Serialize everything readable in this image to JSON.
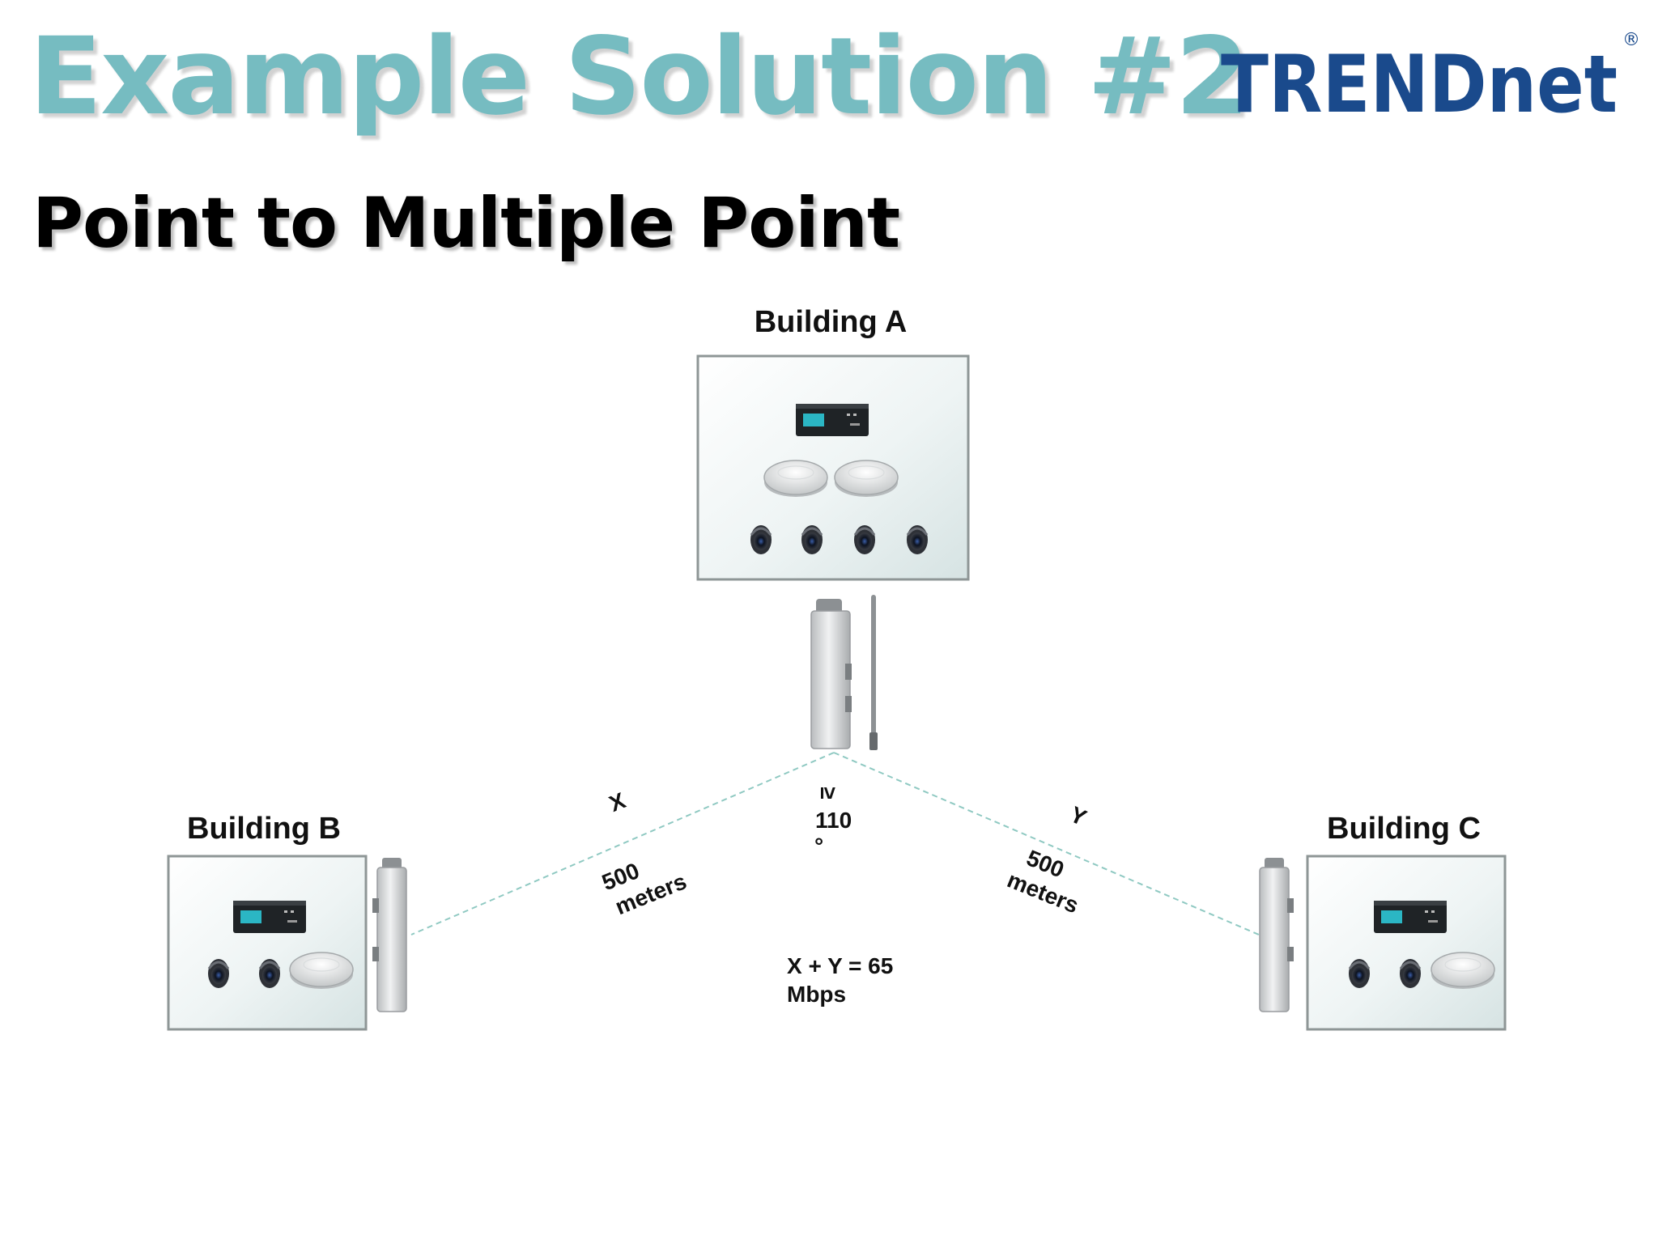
{
  "slide": {
    "title": "Example Solution #2",
    "subtitle": "Point to Multiple Point",
    "logo": {
      "text": "TRENDnet",
      "registered_mark": "®",
      "color": "#1a4a8c"
    },
    "title_color": "#76bcc1"
  },
  "diagram": {
    "buildings": [
      {
        "id": "a",
        "label": "Building A",
        "devices": [
          "switch-icon",
          "ceiling-ap-icon",
          "ceiling-ap-icon",
          "camera-icon",
          "camera-icon",
          "camera-icon",
          "camera-icon"
        ]
      },
      {
        "id": "b",
        "label": "Building B",
        "devices": [
          "switch-icon",
          "camera-icon",
          "camera-icon",
          "ceiling-ap-icon"
        ]
      },
      {
        "id": "c",
        "label": "Building C",
        "devices": [
          "switch-icon",
          "camera-icon",
          "camera-icon",
          "ceiling-ap-icon"
        ]
      }
    ],
    "links": [
      {
        "name": "X",
        "distance_value": "500",
        "distance_unit": "meters"
      },
      {
        "name": "Y",
        "distance_value": "500",
        "distance_unit": "meters"
      }
    ],
    "angle": {
      "symbol": "≥",
      "value": "110",
      "unit": "°"
    },
    "throughput": {
      "line1": "X + Y = 65",
      "line2": "Mbps"
    },
    "link_color": "#8fc9c2"
  }
}
